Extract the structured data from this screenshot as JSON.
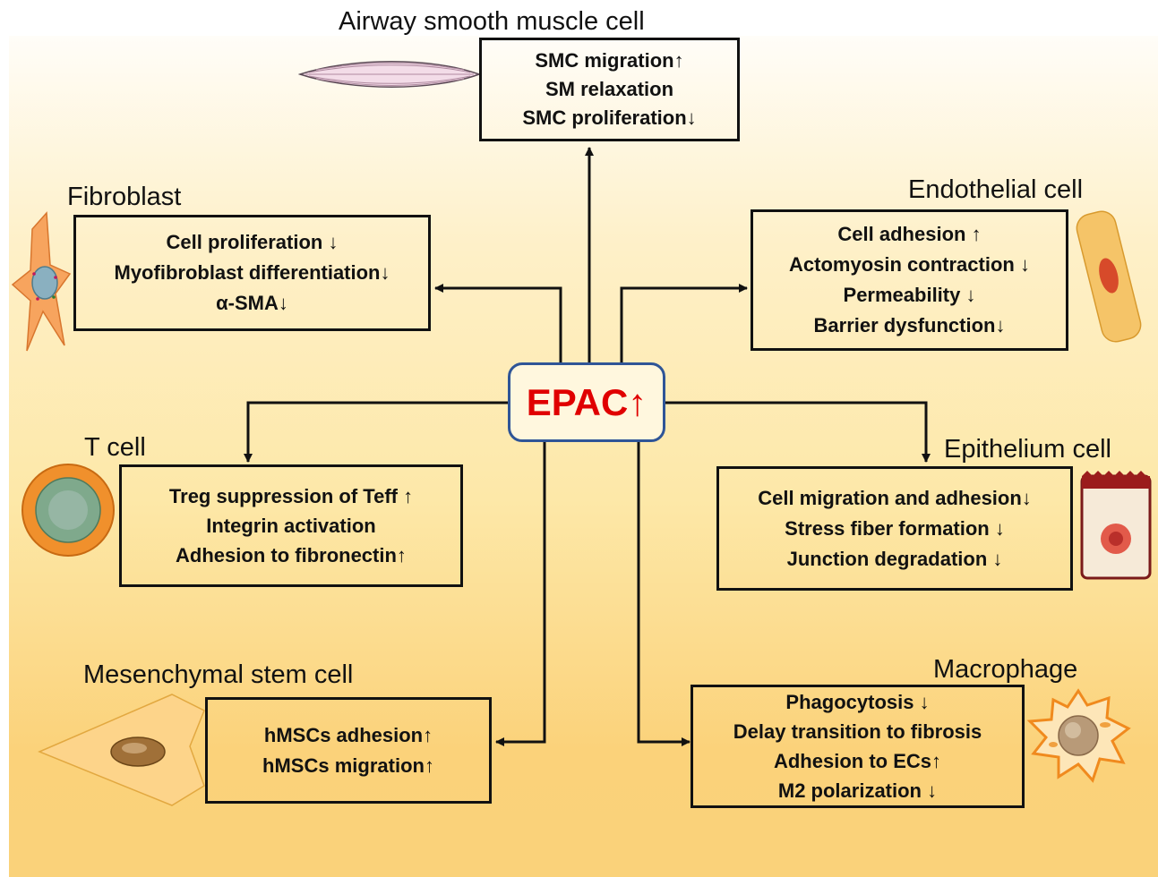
{
  "center": {
    "label": "EPAC↑"
  },
  "nodes": {
    "smooth_muscle": {
      "title": "Airway smooth muscle cell",
      "lines": [
        "SMC migration↑",
        "SM relaxation",
        "SMC proliferation↓"
      ]
    },
    "fibroblast": {
      "title": "Fibroblast",
      "lines": [
        "Cell proliferation ↓",
        "Myofibroblast differentiation↓",
        "α-SMA↓"
      ]
    },
    "endothelial": {
      "title": "Endothelial cell",
      "lines": [
        "Cell adhesion ↑",
        "Actomyosin contraction ↓",
        "Permeability ↓",
        "Barrier dysfunction↓"
      ]
    },
    "t_cell": {
      "title": "T cell",
      "lines": [
        "Treg suppression of Teff ↑",
        "Integrin activation",
        "Adhesion to fibronectin↑"
      ]
    },
    "epithelium": {
      "title": "Epithelium cell",
      "lines": [
        "Cell migration and adhesion↓",
        "Stress fiber formation ↓",
        "Junction degradation ↓"
      ]
    },
    "mesenchymal": {
      "title": "Mesenchymal stem cell",
      "lines": [
        "hMSCs adhesion↑",
        "hMSCs migration↑"
      ]
    },
    "macrophage": {
      "title": "Macrophage",
      "lines": [
        "Phagocytosis ↓",
        "Delay transition to fibrosis",
        "Adhesion to ECs↑",
        "M2 polarization ↓"
      ]
    }
  },
  "colors": {
    "center_text": "#e00000",
    "center_border": "#2f5597",
    "background_top": "#fffdf8",
    "background_bottom": "#fad27a"
  }
}
